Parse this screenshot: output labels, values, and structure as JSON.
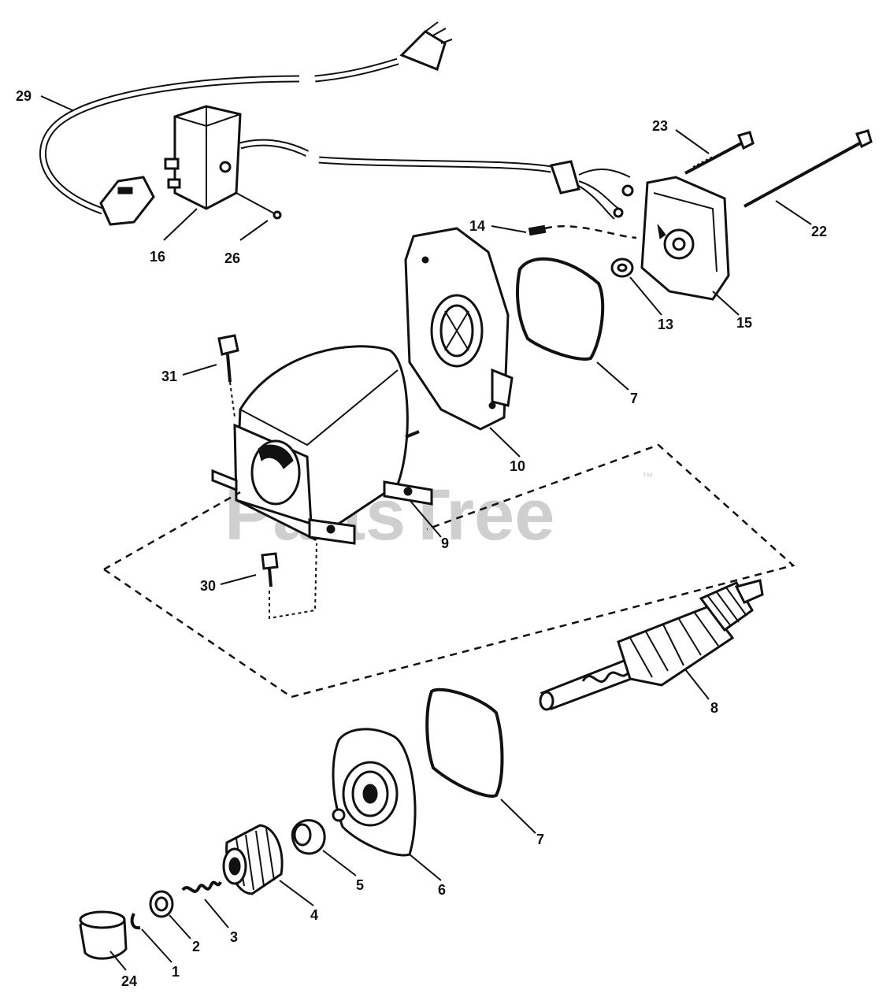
{
  "watermark": {
    "text": "PartsTree",
    "trademark": "™"
  },
  "parts": [
    {
      "id": "p29",
      "label": "29"
    },
    {
      "id": "p16",
      "label": "16"
    },
    {
      "id": "p26",
      "label": "26"
    },
    {
      "id": "p23",
      "label": "23"
    },
    {
      "id": "p22",
      "label": "22"
    },
    {
      "id": "p14",
      "label": "14"
    },
    {
      "id": "p13",
      "label": "13"
    },
    {
      "id": "p15",
      "label": "15"
    },
    {
      "id": "p7a",
      "label": "7"
    },
    {
      "id": "p31",
      "label": "31"
    },
    {
      "id": "p10",
      "label": "10"
    },
    {
      "id": "p9",
      "label": "9"
    },
    {
      "id": "p30",
      "label": "30"
    },
    {
      "id": "p8",
      "label": "8"
    },
    {
      "id": "p7b",
      "label": "7"
    },
    {
      "id": "p6",
      "label": "6"
    },
    {
      "id": "p5",
      "label": "5"
    },
    {
      "id": "p4",
      "label": "4"
    },
    {
      "id": "p3",
      "label": "3"
    },
    {
      "id": "p2",
      "label": "2"
    },
    {
      "id": "p1",
      "label": "1"
    },
    {
      "id": "p24",
      "label": "24"
    }
  ]
}
